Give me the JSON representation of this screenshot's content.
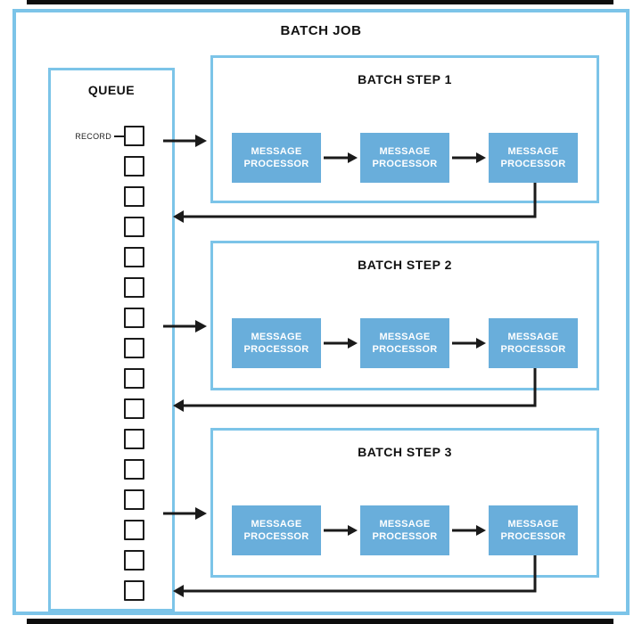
{
  "title": "BATCH JOB",
  "queue": {
    "title": "QUEUE",
    "record_label": "RECORD",
    "record_count": 16
  },
  "steps": [
    {
      "title": "BATCH STEP 1",
      "processors": [
        "MESSAGE PROCESSOR",
        "MESSAGE PROCESSOR",
        "MESSAGE PROCESSOR"
      ]
    },
    {
      "title": "BATCH STEP 2",
      "processors": [
        "MESSAGE PROCESSOR",
        "MESSAGE PROCESSOR",
        "MESSAGE PROCESSOR"
      ]
    },
    {
      "title": "BATCH STEP 3",
      "processors": [
        "MESSAGE PROCESSOR",
        "MESSAGE PROCESSOR",
        "MESSAGE PROCESSOR"
      ]
    }
  ],
  "colors": {
    "frame_border": "#7cc4e8",
    "processor_fill": "#69aedb",
    "processor_text": "#ffffff",
    "arrow": "#1a1a1a"
  }
}
